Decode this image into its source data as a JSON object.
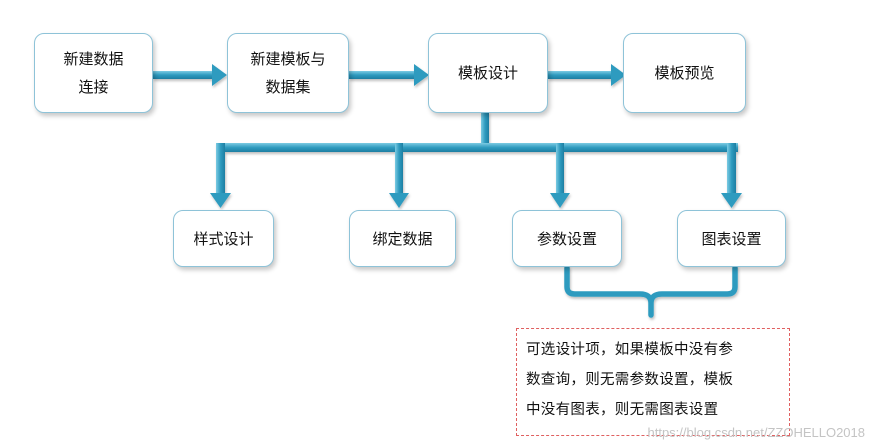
{
  "flow": [
    {
      "lines": [
        "新建数据",
        "连接"
      ]
    },
    {
      "lines": [
        "新建模板与",
        "数据集"
      ]
    },
    {
      "lines": [
        "模板设计"
      ]
    },
    {
      "lines": [
        "模板预览"
      ]
    }
  ],
  "branches": [
    {
      "label": "样式设计"
    },
    {
      "label": "绑定数据"
    },
    {
      "label": "参数设置"
    },
    {
      "label": "图表设置"
    }
  ],
  "note": {
    "lines": [
      "可选设计项，如果模板中没有参",
      "数查询，则无需参数设置，模板",
      "中没有图表，则无需图表设置"
    ]
  },
  "watermark": "https://blog.csdn.net/ZZOHELLO2018",
  "colors": {
    "connector": "#2f9bbf",
    "connector_light": "#6fc2dd",
    "box_border": "#8ec3d8",
    "note_border": "#e06060"
  }
}
